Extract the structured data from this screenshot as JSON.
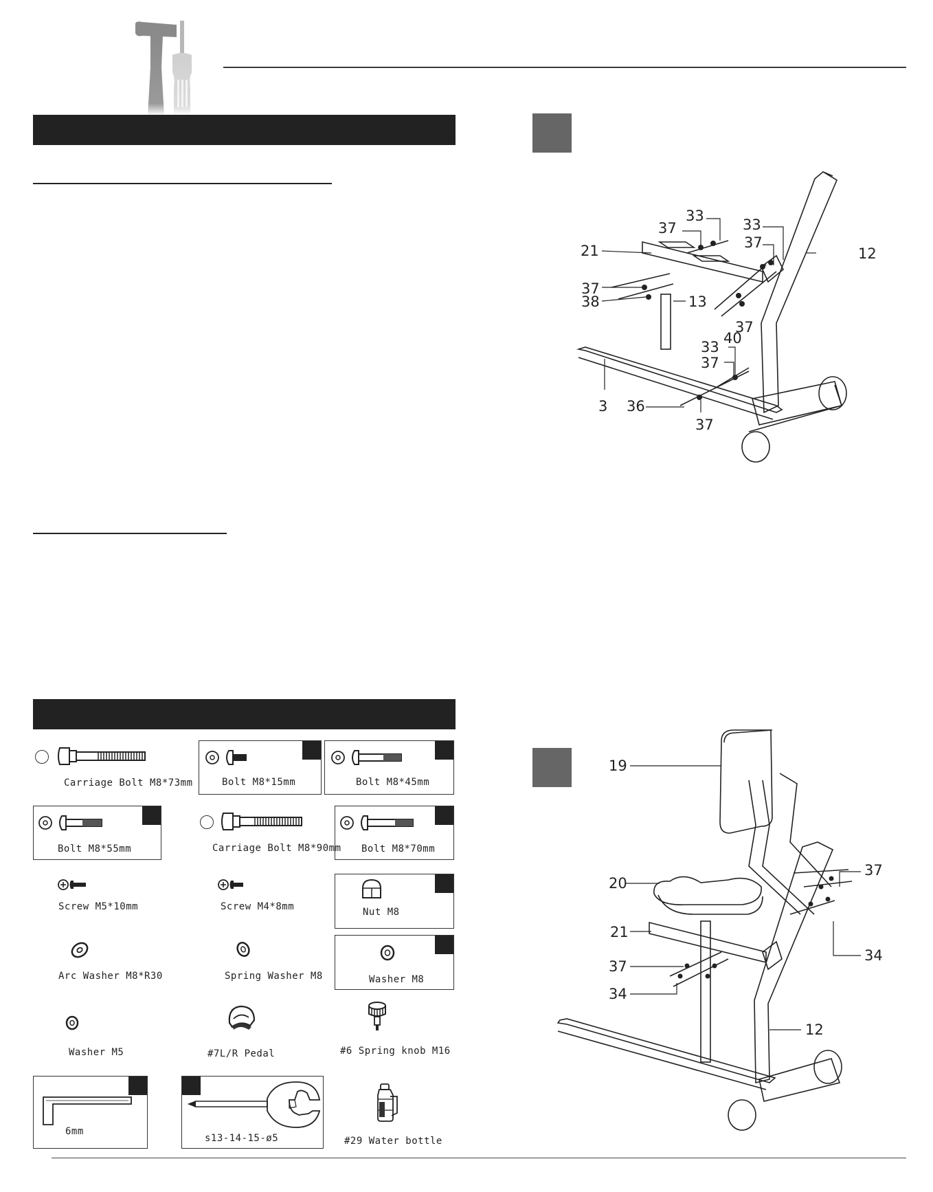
{
  "step1": {
    "callouts": [
      "33",
      "37",
      "33",
      "37",
      "21",
      "12",
      "37",
      "38",
      "13",
      "40",
      "37",
      "33",
      "37",
      "3",
      "36",
      "37"
    ]
  },
  "step2": {
    "callouts": [
      "19",
      "37",
      "20",
      "21",
      "34",
      "37",
      "34",
      "12"
    ]
  },
  "parts": [
    {
      "label": "Carriage Bolt M8*73mm"
    },
    {
      "label": "Bolt M8*15mm"
    },
    {
      "label": "Bolt M8*45mm"
    },
    {
      "label": "Bolt M8*55mm"
    },
    {
      "label": "Carriage Bolt M8*90mm"
    },
    {
      "label": "Bolt M8*70mm"
    },
    {
      "label": "Screw M5*10mm"
    },
    {
      "label": "Screw M4*8mm"
    },
    {
      "label": "Nut M8"
    },
    {
      "label": "Arc Washer M8*R30"
    },
    {
      "label": "Spring Washer M8"
    },
    {
      "label": "Washer M8"
    },
    {
      "label": "Washer M5"
    },
    {
      "label": "#7L/R Pedal"
    },
    {
      "label": "#6 Spring knob M16"
    },
    {
      "label": "6mm"
    },
    {
      "label": "s13-14-15-ø5"
    },
    {
      "label": "#29 Water bottle"
    }
  ],
  "colors": {
    "dark": "#222222",
    "step_box": "#666666",
    "rule": "#3a3a3a"
  }
}
